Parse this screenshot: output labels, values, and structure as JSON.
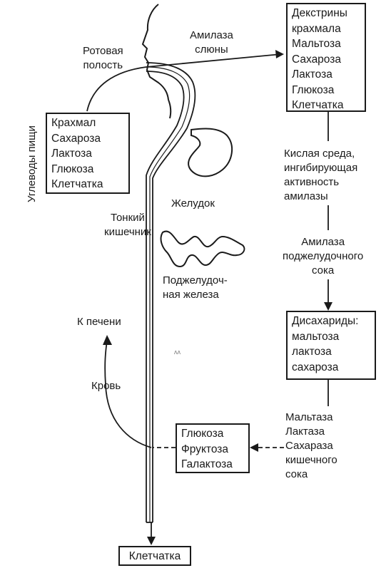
{
  "diagram": {
    "food_carbs_box": {
      "title": "Углеводы пищи",
      "items": [
        "Крахмал",
        "Сахароза",
        "Лактоза",
        "Глюкоза",
        "Клетчатка"
      ]
    },
    "oral_cavity_label": [
      "Ротовая",
      "полость"
    ],
    "saliva_amylase_label": [
      "Амилаза",
      "слюны"
    ],
    "dextrins_box": {
      "items": [
        "Декстрины",
        "крахмала",
        "Мальтоза",
        "Сахароза",
        "Лактоза",
        "Глюкоза",
        "Клетчатка"
      ]
    },
    "acid_label": [
      "Кислая среда,",
      "ингибирующая",
      "активность",
      "амилазы"
    ],
    "stomach_label": "Желудок",
    "small_intestine_label": [
      "Тонкий",
      "кишечник"
    ],
    "pancreas_label": [
      "Поджелудоч-",
      "ная железа"
    ],
    "pancreatic_amylase_label": [
      "Амилаза",
      "поджелудочного",
      "сока"
    ],
    "disaccharides_box": {
      "items": [
        "Дисахариды:",
        "мальтоза",
        "лактоза",
        "сахароза"
      ]
    },
    "to_liver_label": "К печени",
    "blood_label": "Кровь",
    "monosaccharides_box": {
      "items": [
        "Глюкоза",
        "Фруктоза",
        "Галактоза"
      ]
    },
    "intestinal_enzymes_label": [
      "Мальтаза",
      "Лактаза",
      "Сахараза",
      "кишечного",
      "сока"
    ],
    "fiber_box": {
      "label": "Клетчатка"
    }
  }
}
